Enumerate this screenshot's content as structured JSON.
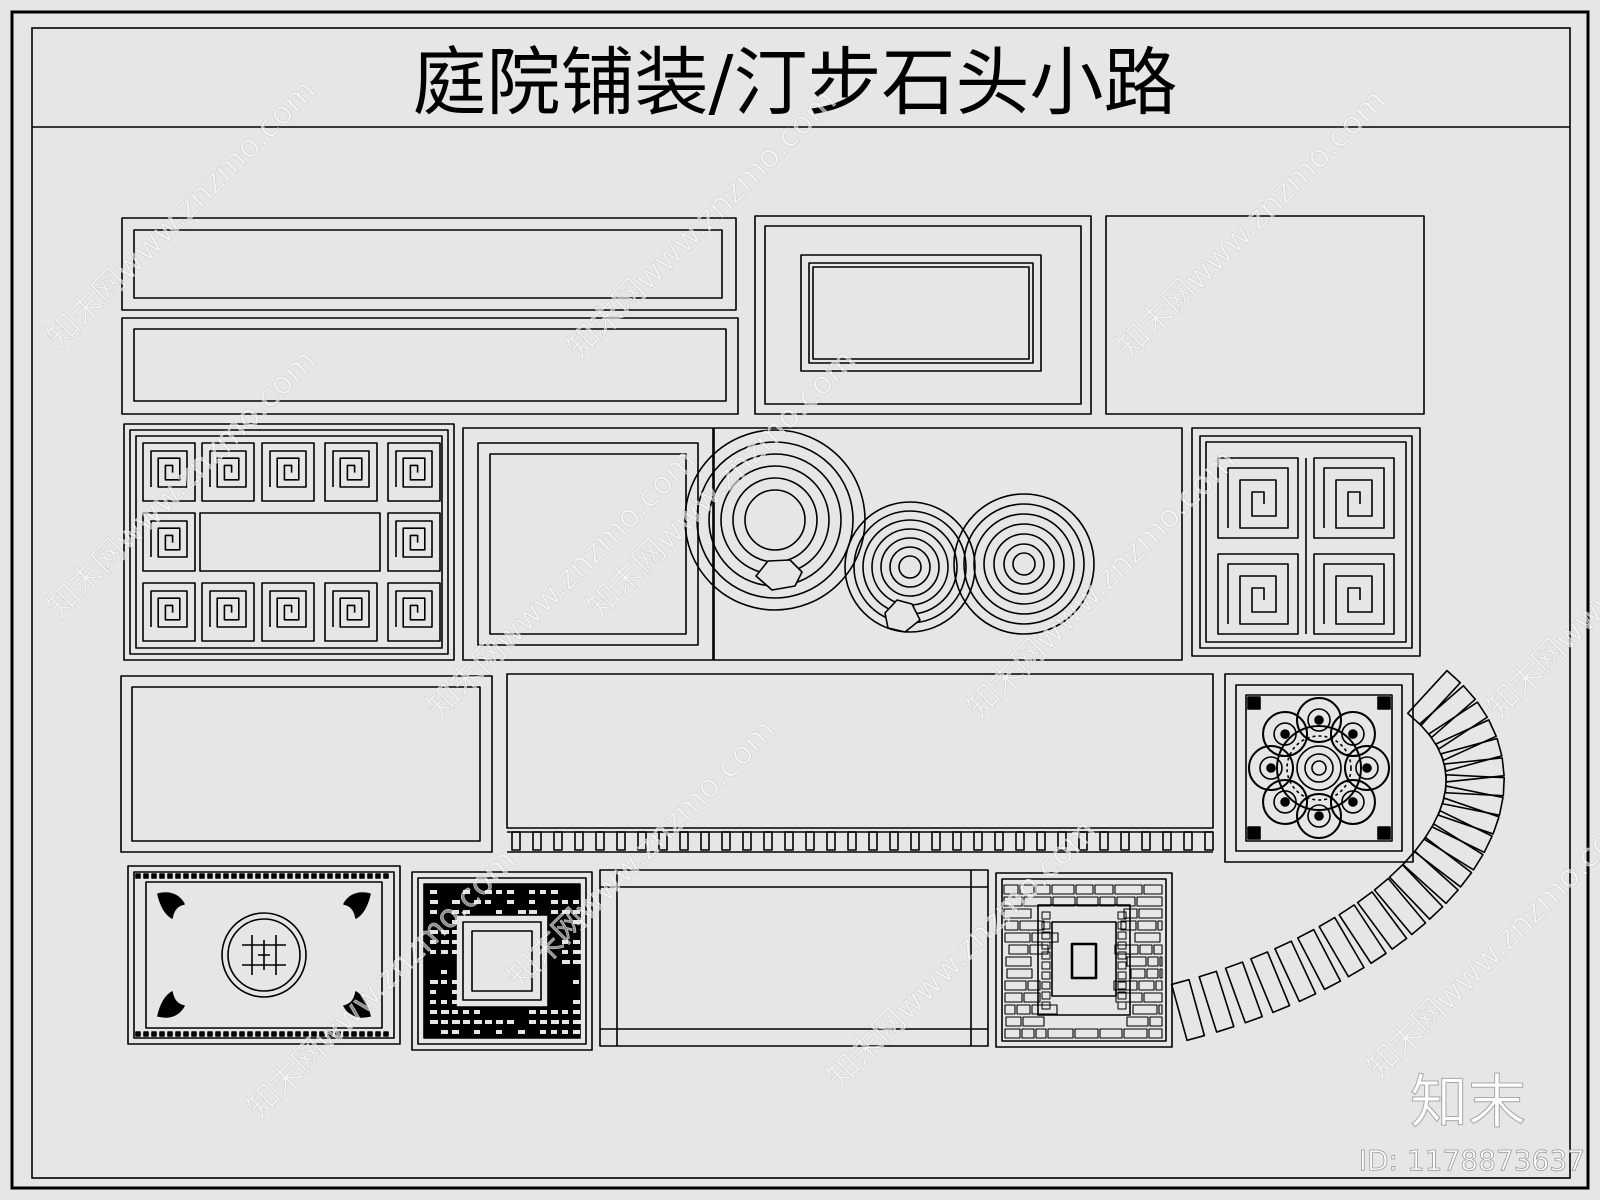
{
  "drawing": {
    "title": "庭院铺装/汀步石头小路",
    "background_color": "#e6e6e6",
    "line_color": "#000000"
  },
  "watermark": {
    "text": "知末网www.znzmo.com",
    "logo": "知末",
    "id_label": "ID: 1178873637"
  },
  "panels": [
    {
      "name": "double-border-strip-upper"
    },
    {
      "name": "double-border-strip-lower"
    },
    {
      "name": "framed-inset-rectangle"
    },
    {
      "name": "plain-slab"
    },
    {
      "name": "fret-key-border-panel"
    },
    {
      "name": "double-frame-square"
    },
    {
      "name": "concentric-circle-stepping-stones"
    },
    {
      "name": "fret-key-square-panel"
    },
    {
      "name": "double-border-slab"
    },
    {
      "name": "tooth-edge-slab"
    },
    {
      "name": "lotus-medallion-tile"
    },
    {
      "name": "curved-stepping-stone-path"
    },
    {
      "name": "shou-medallion-carpet"
    },
    {
      "name": "lattice-pattern-square"
    },
    {
      "name": "lined-rectangular-slab"
    },
    {
      "name": "crazy-paving-square"
    }
  ]
}
